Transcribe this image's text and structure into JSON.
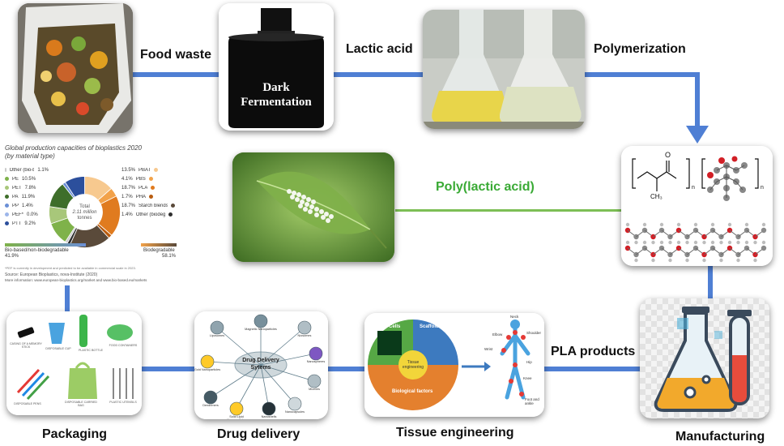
{
  "labels": {
    "food_waste": "Food waste",
    "lactic_acid": "Lactic acid",
    "polymerization": "Polymerization",
    "pla": "Poly(lactic acid)",
    "pla_products": "PLA products",
    "packaging": "Packaging",
    "drug_delivery": "Drug delivery",
    "tissue_engineering": "Tissue engineering",
    "manufacturing": "Manufacturing"
  },
  "fermentation": {
    "line1": "Dark",
    "line2": "Fermentation"
  },
  "chem": {
    "sub_n": "n",
    "methyl": "CH₃",
    "oxygen": "O"
  },
  "bioplastics_chart": {
    "title": "Global production capacities of bioplastics 2020",
    "subtitle": "(by material type)",
    "center_line1": "Total",
    "center_line2": "2.11 million",
    "center_line3": "tonnes",
    "left_items": [
      {
        "name": "Other (bio-based/non-biodegradable)",
        "value": "1.1%",
        "color": "#c9c9c9"
      },
      {
        "name": "PE",
        "value": "10.5%",
        "color": "#7fb24a"
      },
      {
        "name": "PET",
        "value": "7.8%",
        "color": "#a8c77a"
      },
      {
        "name": "PA",
        "value": "11.9%",
        "color": "#3e6e2a"
      },
      {
        "name": "PP",
        "value": "1.4%",
        "color": "#6b8fd6"
      },
      {
        "name": "PEF*",
        "value": "0.0%",
        "color": "#9db6ea"
      },
      {
        "name": "PTT",
        "value": "9.2%",
        "color": "#2c4f9c"
      }
    ],
    "right_items": [
      {
        "name": "PBAT",
        "value": "13.5%",
        "color": "#f7c98f"
      },
      {
        "name": "PBS",
        "value": "4.1%",
        "color": "#f2a24a"
      },
      {
        "name": "PLA",
        "value": "18.7%",
        "color": "#e07b1f"
      },
      {
        "name": "PHA",
        "value": "1.7%",
        "color": "#b85c10"
      },
      {
        "name": "Starch blends",
        "value": "18.7%",
        "color": "#5a4a3a"
      },
      {
        "name": "Other (biodegradable)",
        "value": "1.4%",
        "color": "#2f2f2f"
      }
    ],
    "left_group_label": "Bio-based/non-biodegradable",
    "left_group_value": "41.9%",
    "right_group_label": "Biodegradable",
    "right_group_value": "58.1%",
    "footnote": "*PEF is currently in development and predicted to be available in commercial scale in 2023.",
    "source": "Source: European Bioplastics, nova-Institute (2020)",
    "more_info": "More information: www.european-bioplastics.org/market and www.bio-based.eu/markets"
  },
  "packaging_items": [
    "CASING OF A MEMORY STICK",
    "DISPOSABLE CUP",
    "PLASTIC BOTTLE",
    "FOOD CONTAINERS",
    "DISPOSABLE PENS",
    "DISPOSABLE CARRIED BAG",
    "PLASTIC UTENSILS"
  ],
  "drug_items": {
    "center_line1": "Drug Delivery",
    "center_line2": "Sytems",
    "satellites": [
      "Liposomes",
      "Magnetic Nanoparticles",
      "Niosomes",
      "Gold Nanoparticles",
      "Nanospheres",
      "Dendrimers",
      "Micelles",
      "Solid Lipid Nanoparticles",
      "Nanoshells",
      "Nanocapsules"
    ]
  },
  "tissue_items": {
    "cells": "Cells",
    "scaffolds": "Scaffolds",
    "center": "Tissue engineering",
    "bio": "Biological factors",
    "body_parts": [
      "Neck",
      "Shoulder",
      "Elbow",
      "Wrist",
      "Hip",
      "Knee",
      "Foot and ankle"
    ]
  }
}
